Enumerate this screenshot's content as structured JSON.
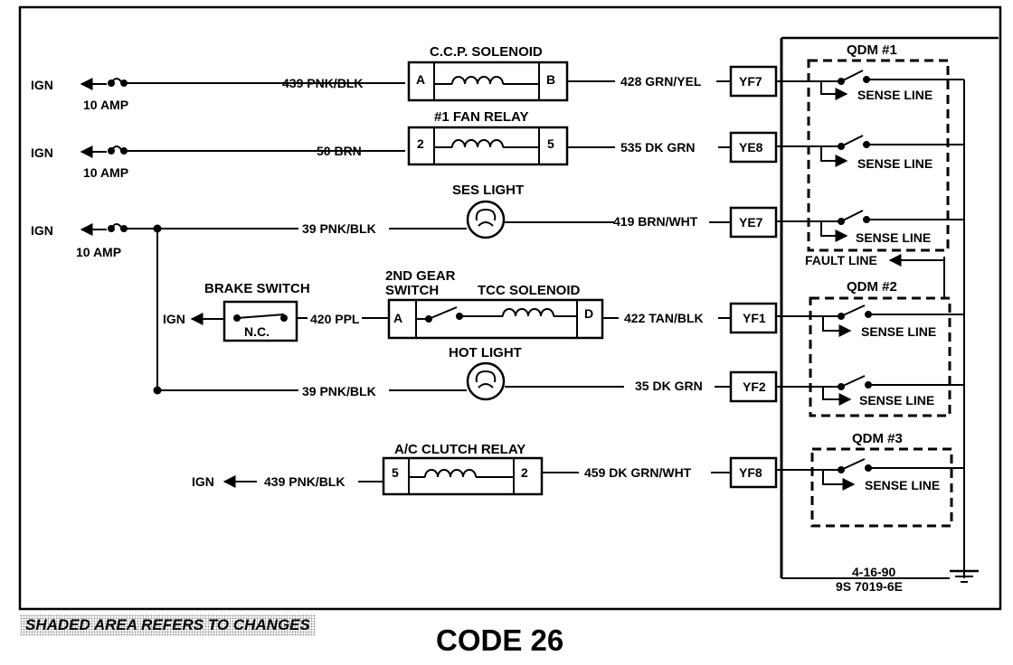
{
  "diagram": {
    "title": "CODE 26",
    "note": "SHADED AREA REFERS TO CHANGES",
    "date_code": "4-16-90",
    "drawing_code": "9S 7019-6E"
  },
  "circuits": [
    {
      "source": "IGN",
      "fuse": "10 AMP",
      "wire_in": "439 PNK/BLK",
      "component": "C.C.P. SOLENOID",
      "pin_in": "A",
      "pin_out": "B",
      "wire_out": "428 GRN/YEL",
      "terminal": "YF7"
    },
    {
      "source": "IGN",
      "fuse": "10 AMP",
      "wire_in": "50 BRN",
      "component": "#1 FAN RELAY",
      "pin_in": "2",
      "pin_out": "5",
      "wire_out": "535 DK GRN",
      "terminal": "YE8"
    },
    {
      "source": "IGN",
      "fuse": "10 AMP",
      "wire_in": "39 PNK/BLK",
      "component": "SES LIGHT",
      "wire_out": "419 BRN/WHT",
      "terminal": "YE7"
    },
    {
      "source": "IGN",
      "switch": "BRAKE SWITCH",
      "switch_state": "N.C.",
      "wire_in": "420 PPL",
      "component_a": "2ND GEAR",
      "component_a2": "SWITCH",
      "component": "TCC SOLENOID",
      "pin_in": "A",
      "pin_out": "D",
      "wire_out": "422 TAN/BLK",
      "terminal": "YF1"
    },
    {
      "wire_in": "39 PNK/BLK",
      "component": "HOT LIGHT",
      "wire_out": "35 DK GRN",
      "terminal": "YF2"
    },
    {
      "source": "IGN",
      "wire_in": "439 PNK/BLK",
      "component": "A/C CLUTCH RELAY",
      "pin_in": "5",
      "pin_out": "2",
      "wire_out": "459 DK GRN/WHT",
      "terminal": "YF8"
    }
  ],
  "qdm": [
    {
      "name": "QDM #1",
      "sense": [
        "SENSE LINE",
        "SENSE LINE",
        "SENSE LINE"
      ]
    },
    {
      "name": "QDM #2",
      "sense": [
        "SENSE LINE",
        "SENSE LINE"
      ]
    },
    {
      "name": "QDM #3",
      "sense": [
        "SENSE LINE"
      ]
    }
  ],
  "fault_line": "FAULT LINE"
}
